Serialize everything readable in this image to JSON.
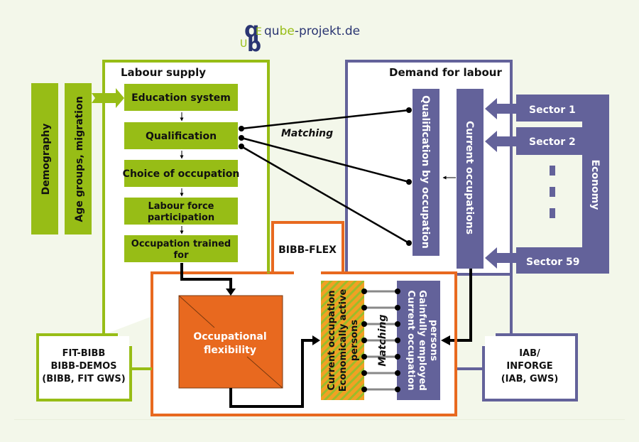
{
  "logo": {
    "q": "q",
    "u": "U",
    "b": "b",
    "e": "E",
    "text_qu": "qu",
    "text_be": "be",
    "text_rest": "-projekt.de"
  },
  "labour_supply": {
    "title": "Labour supply",
    "steps": [
      {
        "label": "Education system"
      },
      {
        "label": "Qualification"
      },
      {
        "label": "Choice of occupation"
      },
      {
        "label_line1": "Labour force",
        "label_line2": "participation"
      },
      {
        "label_line1": "Occupation trained",
        "label_line2": "for"
      }
    ],
    "model_box": {
      "line1": "FIT-BIBB",
      "line2": "BIBB-DEMOS",
      "line3": "(BIBB, FIT GWS)"
    }
  },
  "left_columns": {
    "demography": "Demography",
    "age_groups": "Age groups, migration"
  },
  "matching_label": "Matching",
  "demand_for_labour": {
    "title": "Demand for labour",
    "qualification_by_occupation": "Qualification by occupation",
    "current_occupations": "Current occupations",
    "economy": "Economy",
    "sectors": [
      "Sector 1",
      "Sector 2",
      "Sector 59"
    ],
    "model_box": {
      "line1": "IAB/",
      "line2": "INFORGE",
      "line3": "(IAB, GWS)"
    }
  },
  "bibb_flex": {
    "title": "BIBB-FLEX",
    "flexibility_line1": "Occupational",
    "flexibility_line2": "flexibility",
    "supply_bar_line1": "Current occupation",
    "supply_bar_line2": "Economically active",
    "supply_bar_line3": "persons",
    "demand_bar_line1": "Current occupation",
    "demand_bar_line2": "Gainfully employed",
    "demand_bar_line3": "persons",
    "inner_matching": "Matching"
  },
  "colors": {
    "background": "#f3f7ea",
    "green": "#97bd16",
    "purple": "#63629a",
    "orange": "#e8691f",
    "stripe_orange": "#f2a024",
    "logo_navy": "#2a3572",
    "logo_green": "#97bd16"
  }
}
